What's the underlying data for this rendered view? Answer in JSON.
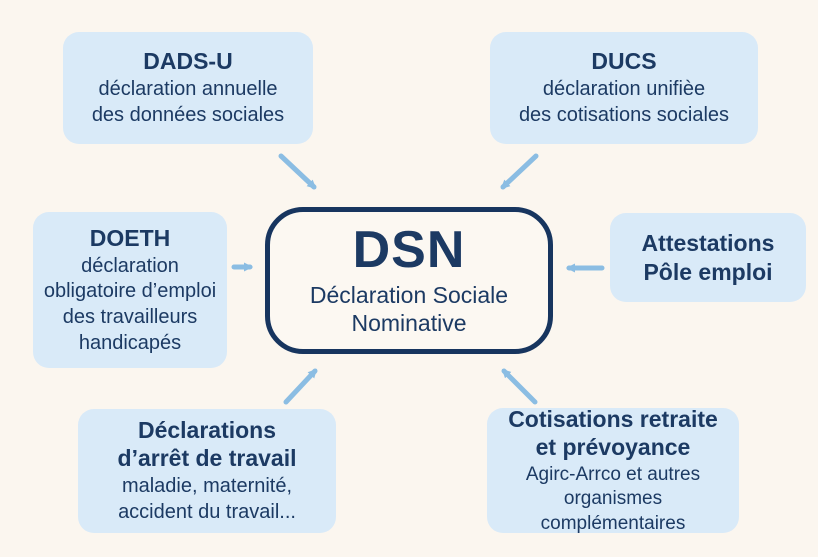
{
  "colors": {
    "page_background": "#FBF6EF",
    "box_fill": "#D9EAF8",
    "text_navy": "#1C3A63",
    "center_border": "#17355F",
    "center_fill": "#FCF8F2",
    "arrow_blue": "#8BBDE3"
  },
  "center": {
    "acronym": "DSN",
    "subtitle": "Déclaration Sociale\nNominative"
  },
  "boxes": [
    {
      "id": "dads-u",
      "title": "DADS-U",
      "description": "déclaration annuelle\ndes données sociales"
    },
    {
      "id": "ducs",
      "title": "DUCS",
      "description": "déclaration unifièe\ndes cotisations sociales"
    },
    {
      "id": "doeth",
      "title": "DOETH",
      "description": "déclaration\nobligatoire d’emploi\ndes travailleurs\nhandicapés"
    },
    {
      "id": "attestations-pole-emploi",
      "title": "Attestations\nPôle emploi",
      "description": ""
    },
    {
      "id": "declarations-arret-travail",
      "title": "Déclarations\nd’arrêt de travail",
      "description": "maladie, maternité,\naccident du travail..."
    },
    {
      "id": "cotisations-retraite-prevoyance",
      "title": "Cotisations retraite\net prévoyance",
      "description": "Agirc-Arrco et autres\norganismes complémentaires"
    }
  ],
  "edges": [
    {
      "from": "dads-u",
      "to": "dsn",
      "direction": "down-right"
    },
    {
      "from": "ducs",
      "to": "dsn",
      "direction": "down-left"
    },
    {
      "from": "doeth",
      "to": "dsn",
      "direction": "right"
    },
    {
      "from": "attestations-pole-emploi",
      "to": "dsn",
      "direction": "left"
    },
    {
      "from": "declarations-arret-travail",
      "to": "dsn",
      "direction": "up-right"
    },
    {
      "from": "cotisations-retraite-prevoyance",
      "to": "dsn",
      "direction": "up-left"
    }
  ]
}
